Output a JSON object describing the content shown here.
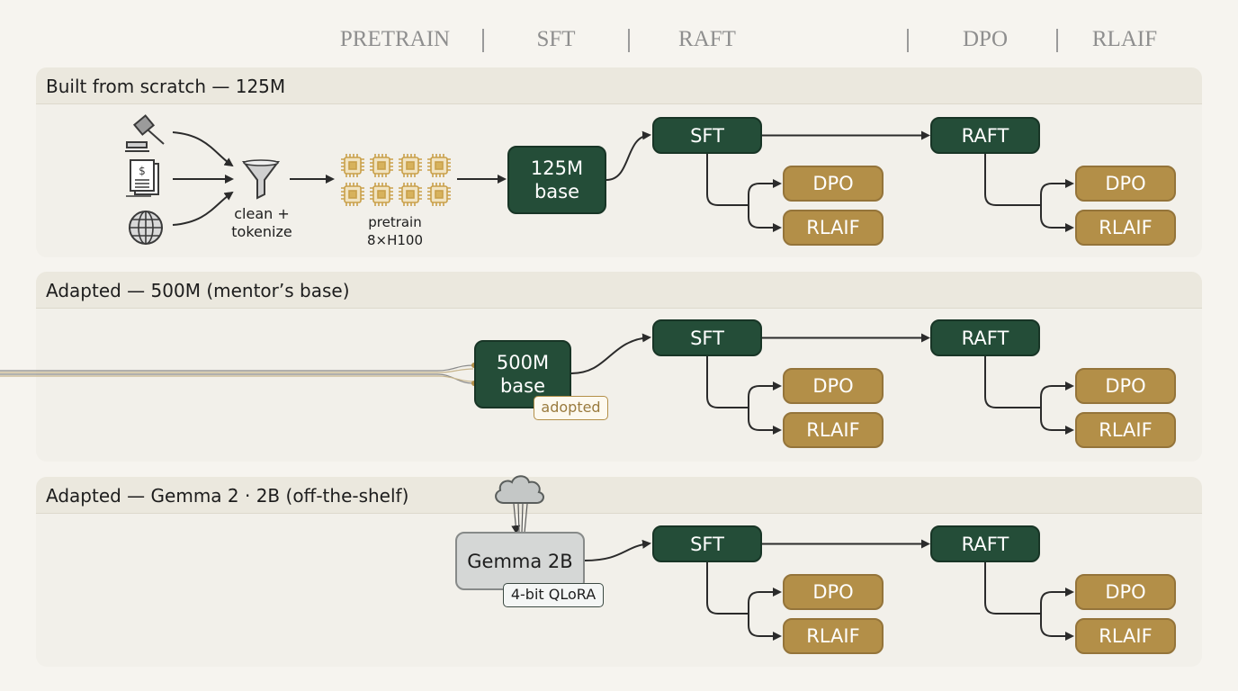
{
  "stages": [
    "PRETRAIN",
    "SFT",
    "RAFT",
    "DPO",
    "RLAIF"
  ],
  "rows": [
    {
      "title": "Built from scratch — 125M",
      "base_lines": [
        "125M",
        "base"
      ],
      "inputs_caption": [
        "clean +",
        "tokenize"
      ],
      "pretrain_caption": [
        "pretrain",
        "8×H100"
      ],
      "sft": "SFT",
      "raft": "RAFT",
      "dpo_a": "DPO",
      "rlaif_a": "RLAIF",
      "dpo_b": "DPO",
      "rlaif_b": "RLAIF"
    },
    {
      "title": "Adapted — 500M (mentor’s base)",
      "base_lines": [
        "500M",
        "base"
      ],
      "base_tag": "adopted",
      "sft": "SFT",
      "raft": "RAFT",
      "dpo_a": "DPO",
      "rlaif_a": "RLAIF",
      "dpo_b": "DPO",
      "rlaif_b": "RLAIF"
    },
    {
      "title": "Adapted — Gemma 2 · 2B (off-the-shelf)",
      "base_lines": [
        "Gemma 2B"
      ],
      "base_tag": "4-bit QLoRA",
      "sft": "SFT",
      "raft": "RAFT",
      "dpo_a": "DPO",
      "rlaif_a": "RLAIF",
      "dpo_b": "DPO",
      "rlaif_b": "RLAIF"
    }
  ],
  "icons": [
    "gavel-icon",
    "document-dollar-icon",
    "globe-icon",
    "funnel-icon",
    "gpu-chip-icon",
    "cloud-icon"
  ],
  "colors": {
    "green": "#244d38",
    "tan": "#b38f48",
    "gray": "#d5d7d6",
    "arrow": "#2b2b2b"
  }
}
